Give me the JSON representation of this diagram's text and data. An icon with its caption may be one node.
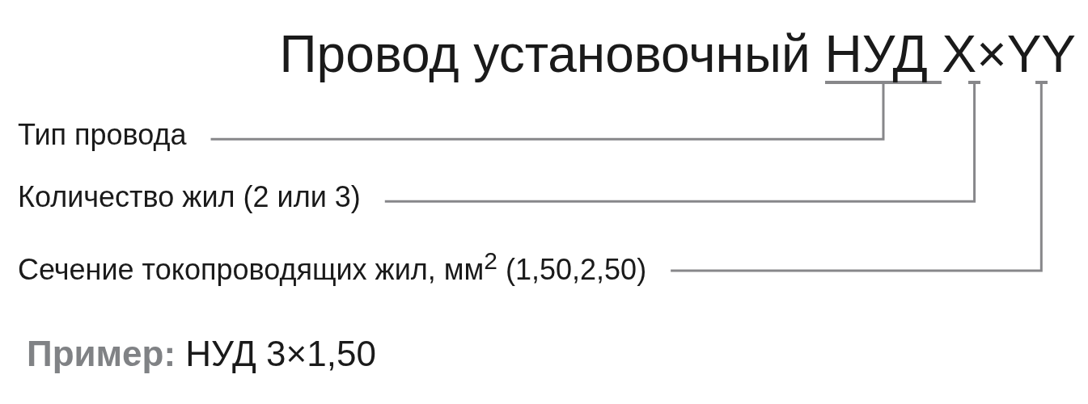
{
  "diagram": {
    "title": "Провод установочный НУД X×YY",
    "nodes": [
      {
        "text": [
          "Тип провода"
        ]
      },
      {
        "text": [
          "Количество жил (2 или 3)"
        ]
      },
      {
        "text": [
          "Сечение токопроводящих жил, мм$^{2}$ (1,50,2,50)"
        ]
      },
      {
        "text": [],
        "shape": "bar"
      },
      {
        "text": [],
        "shape": "bar"
      },
      {
        "text": [],
        "shape": "bar"
      }
    ],
    "edges": [
      {
        "from": 0,
        "to": 3,
        "arrow": "none"
      },
      {
        "from": 1,
        "to": 4,
        "arrow": "none"
      },
      {
        "from": 2,
        "to": 5,
        "arrow": "none"
      }
    ],
    "labels": [
      "**Пример:** НУД 3×1,50"
    ]
  }
}
